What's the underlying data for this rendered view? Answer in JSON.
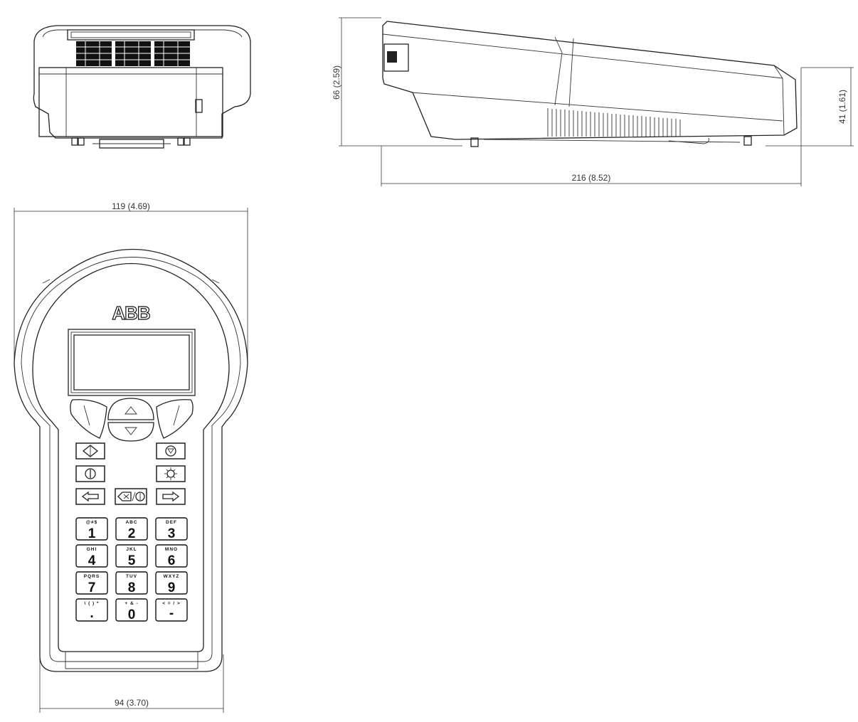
{
  "brand": "ABB",
  "dimensions": {
    "top_view_height": "66 (2.59)",
    "side_view_height": "41 (1.61)",
    "side_view_length": "216 (8.52)",
    "front_view_width_top": "119 (4.69)",
    "front_view_width_bottom": "94 (3.70)"
  },
  "keypad": [
    {
      "id": "1",
      "main": "1",
      "sub": "@#$"
    },
    {
      "id": "2",
      "main": "2",
      "sub": "ABC"
    },
    {
      "id": "3",
      "main": "3",
      "sub": "DEF"
    },
    {
      "id": "4",
      "main": "4",
      "sub": "GHI"
    },
    {
      "id": "5",
      "main": "5",
      "sub": "JKL"
    },
    {
      "id": "6",
      "main": "6",
      "sub": "MNO"
    },
    {
      "id": "7",
      "main": "7",
      "sub": "PQRS"
    },
    {
      "id": "8",
      "main": "8",
      "sub": "TUV"
    },
    {
      "id": "9",
      "main": "9",
      "sub": "WXYZ"
    },
    {
      "id": "dot",
      "main": ".",
      "sub": "\\ ( ) *"
    },
    {
      "id": "0",
      "main": "0",
      "sub": "+ & -"
    },
    {
      "id": "minus",
      "main": "-",
      "sub": "< = / >"
    }
  ],
  "function_keys": [
    {
      "name": "start",
      "icon": "start-diamond-icon"
    },
    {
      "name": "stop",
      "icon": "stop-circle-icon"
    },
    {
      "name": "power",
      "icon": "power-icon"
    },
    {
      "name": "light",
      "icon": "sun-icon"
    },
    {
      "name": "back",
      "icon": "arrow-left-icon"
    },
    {
      "name": "delete",
      "icon": "delete-backspace-icon"
    },
    {
      "name": "forward",
      "icon": "arrow-right-icon"
    }
  ]
}
